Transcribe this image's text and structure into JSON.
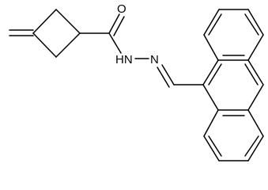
{
  "structure": {
    "atoms": {
      "oxygen": "O",
      "amide_nitrogen": "HN",
      "imine_nitrogen": "N"
    },
    "colors": {
      "bond": "#000000",
      "label": "#000000",
      "background": "#ffffff"
    }
  }
}
